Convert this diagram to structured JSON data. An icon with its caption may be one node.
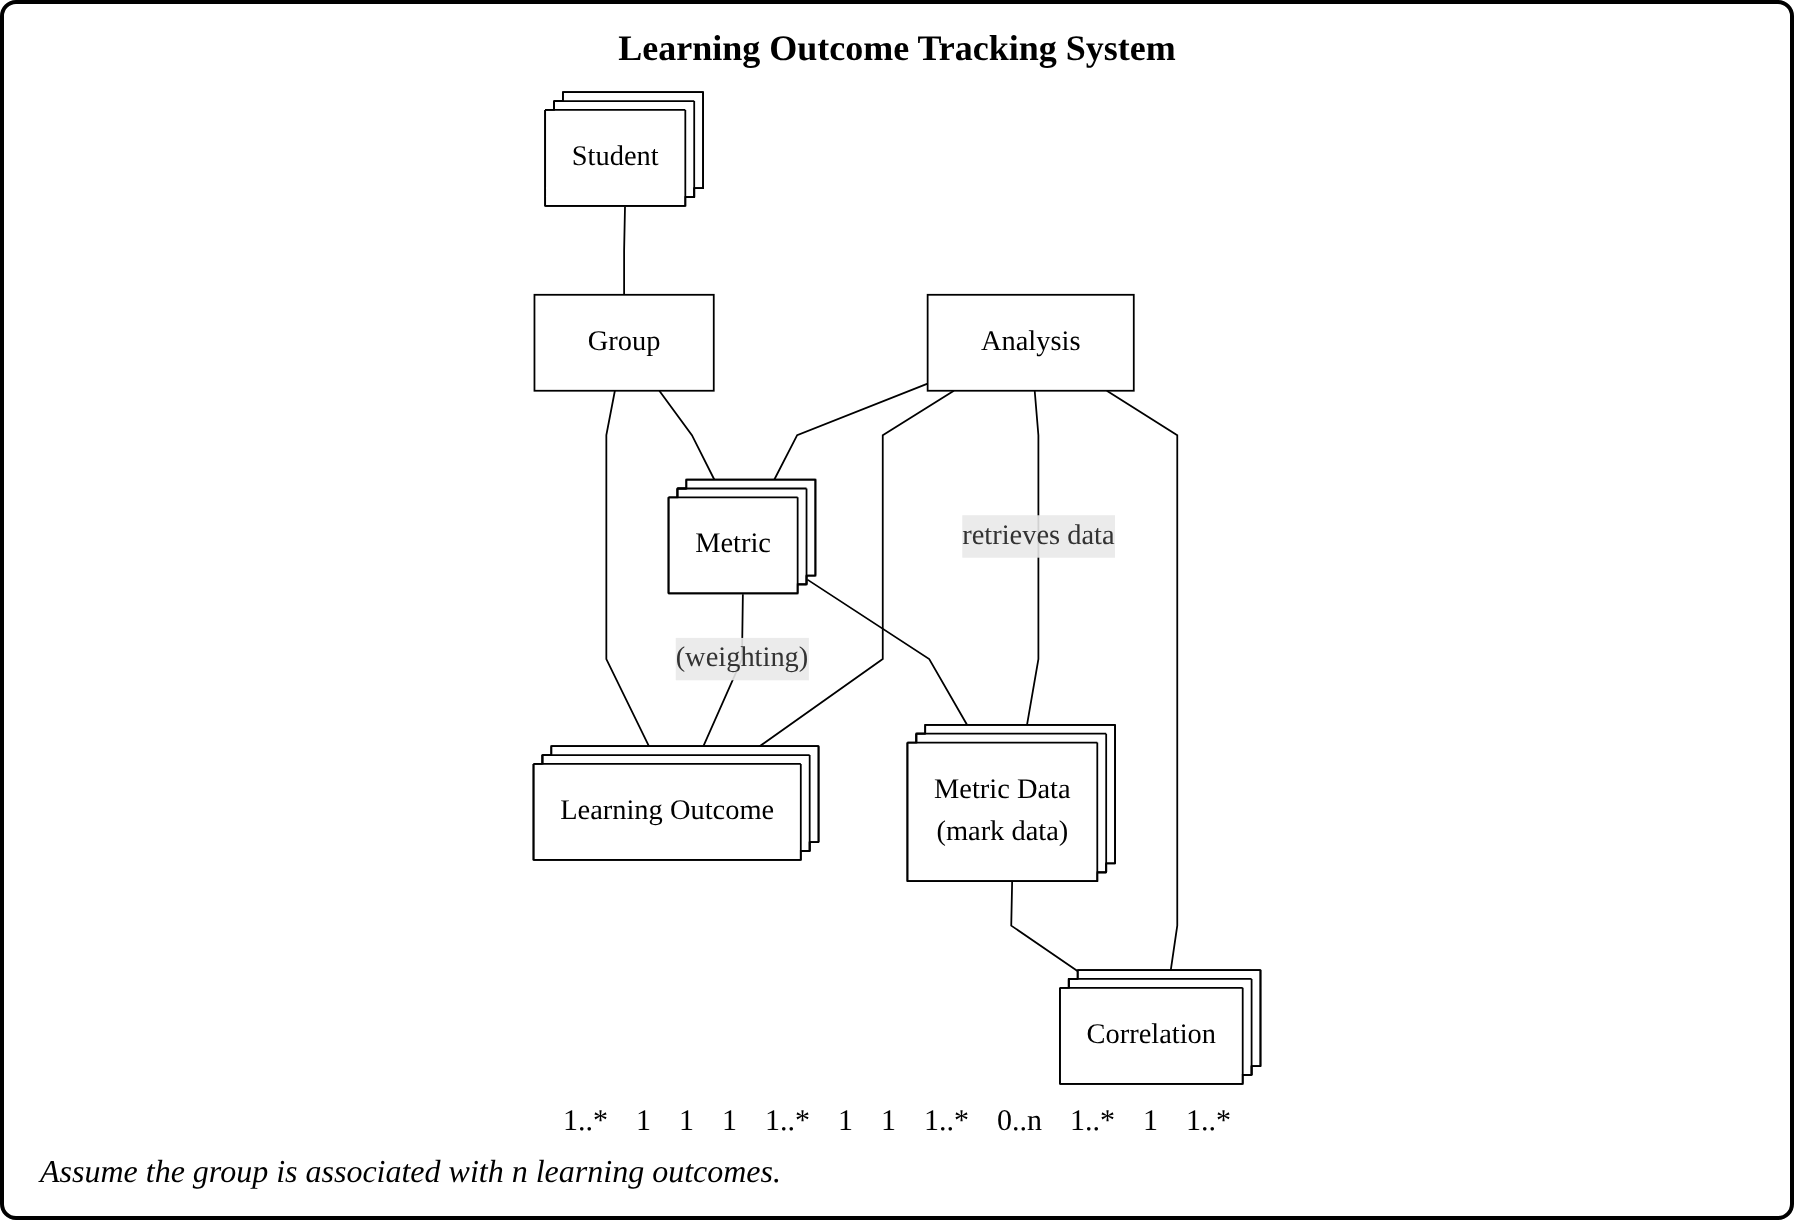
{
  "diagram": {
    "title": "Learning Outcome Tracking System",
    "caption": "Assume the group is associated with n learning outcomes.",
    "nodes": [
      {
        "text": [
          "Student"
        ]
      },
      {
        "text": [
          "Group"
        ]
      },
      {
        "text": [
          "Analysis"
        ]
      },
      {
        "text": [
          "Metric"
        ]
      },
      {
        "text": [
          "Correlation"
        ]
      },
      {
        "text": [
          "Learning Outcome"
        ]
      },
      {
        "text": [
          "Metric Data",
          "(mark data)"
        ]
      }
    ],
    "edges": [
      {
        "from": 0,
        "to": 1,
        "arrow": "none"
      },
      {
        "from": 1,
        "to": 3,
        "arrow": "none"
      },
      {
        "from": 1,
        "to": 5,
        "arrow": "none"
      },
      {
        "from": 3,
        "to": 5,
        "arrow": "none",
        "label": "(weighting)"
      },
      {
        "from": 3,
        "to": 6,
        "arrow": "none"
      },
      {
        "from": 6,
        "to": 4,
        "arrow": "none"
      },
      {
        "from": 2,
        "to": 3,
        "arrow": "none"
      },
      {
        "from": 2,
        "to": 6,
        "arrow": "none",
        "label": "retrieves data"
      },
      {
        "from": 2,
        "to": 4,
        "arrow": "none"
      },
      {
        "from": 2,
        "to": 5,
        "arrow": "none"
      }
    ],
    "labels": [
      "1..*",
      "1",
      "1",
      "1",
      "1..*",
      "1",
      "1",
      "1..*",
      "0..n",
      "1..*",
      "1",
      "1..*"
    ]
  }
}
